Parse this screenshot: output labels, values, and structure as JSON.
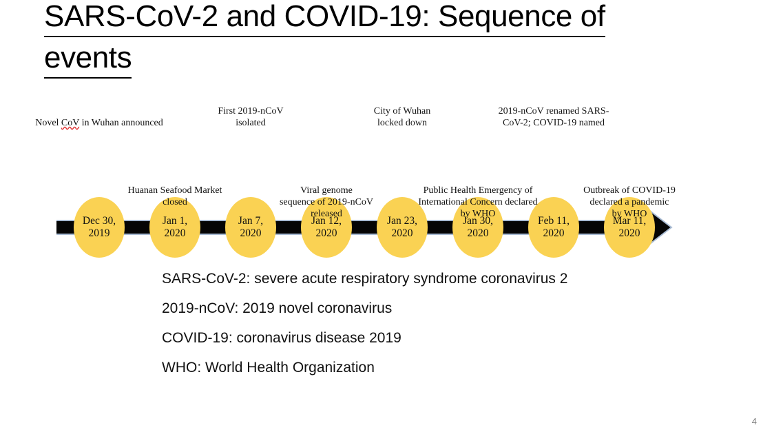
{
  "slide": {
    "title_lines": [
      "SARS-CoV-2 and COVID-19: Sequence of",
      "events"
    ],
    "page_number": "4",
    "colors": {
      "node_fill": "#fad253",
      "bar_fill": "#050505",
      "bar_edge": "#a9bcd4",
      "text": "#111111",
      "spellcheck_underline": "#e03131",
      "page_number_text": "#7f7f7f"
    }
  },
  "timeline": {
    "arrow_icon": "right-arrow-icon",
    "nodes": [
      {
        "date": "Dec 30,\n2019",
        "label": "Novel CoV in Wuhan announced",
        "label_position": "above",
        "misspelled_word": "CoV"
      },
      {
        "date": "Jan 1,\n2020",
        "label": "Huanan Seafood Market\nclosed",
        "label_position": "below"
      },
      {
        "date": "Jan 7,\n2020",
        "label": "First 2019-nCoV\nisolated",
        "label_position": "above"
      },
      {
        "date": "Jan 12,\n2020",
        "label": "Viral genome\nsequence of 2019-nCoV\nreleased",
        "label_position": "below"
      },
      {
        "date": "Jan 23,\n2020",
        "label": "City of Wuhan\nlocked down",
        "label_position": "above"
      },
      {
        "date": "Jan 30,\n2020",
        "label": "Public Health Emergency of\nInternational Concern declared\nby WHO",
        "label_position": "below"
      },
      {
        "date": "Feb 11,\n2020",
        "label": "2019-nCoV renamed SARS-\nCoV-2; COVID-19 named",
        "label_position": "above"
      },
      {
        "date": "Mar 11,\n2020",
        "label": "Outbreak of COVID-19\ndeclared a pandemic\nby WHO",
        "label_position": "below"
      }
    ]
  },
  "definitions": [
    "SARS-CoV-2: severe acute respiratory syndrome coronavirus 2",
    "2019-nCoV: 2019 novel coronavirus",
    "COVID-19: coronavirus disease 2019",
    "WHO: World Health Organization"
  ]
}
